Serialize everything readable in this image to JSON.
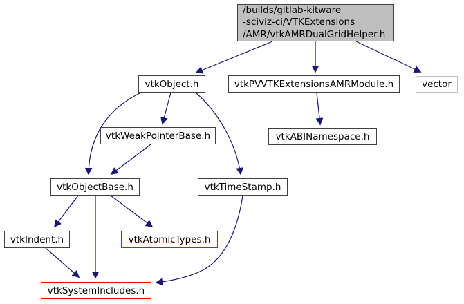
{
  "diagram": {
    "type": "include-dependency-graph",
    "background_color": "#ffffff",
    "arrow_color": "#191970",
    "root_fill_color": "#bfbfbf",
    "node_border_color": "#404040",
    "truncated_border_color": "#ff0000",
    "external_border_color": "#bfbfbf",
    "nodes": [
      {
        "id": "root",
        "label": "/builds/gitlab-kitware\n-sciviz-ci/VTKExtensions\n/AMR/vtkAMRDualGridHelper.h",
        "type": "root"
      },
      {
        "id": "vtkobject",
        "label": "vtkObject.h",
        "type": "internal"
      },
      {
        "id": "amrmodule",
        "label": "vtkPVVTKExtensionsAMRModule.h",
        "type": "internal"
      },
      {
        "id": "vector",
        "label": "vector",
        "type": "external"
      },
      {
        "id": "weakpointer",
        "label": "vtkWeakPointerBase.h",
        "type": "internal"
      },
      {
        "id": "abinamespace",
        "label": "vtkABINamespace.h",
        "type": "internal"
      },
      {
        "id": "objectbase",
        "label": "vtkObjectBase.h",
        "type": "internal"
      },
      {
        "id": "timestamp",
        "label": "vtkTimeStamp.h",
        "type": "internal"
      },
      {
        "id": "indent",
        "label": "vtkIndent.h",
        "type": "internal"
      },
      {
        "id": "atomictypes",
        "label": "vtkAtomicTypes.h",
        "type": "truncated"
      },
      {
        "id": "sysincludes",
        "label": "vtkSystemIncludes.h",
        "type": "truncated"
      }
    ],
    "edges": [
      {
        "from": "root",
        "to": "vtkobject"
      },
      {
        "from": "root",
        "to": "amrmodule"
      },
      {
        "from": "root",
        "to": "vector"
      },
      {
        "from": "amrmodule",
        "to": "abinamespace"
      },
      {
        "from": "vtkobject",
        "to": "weakpointer"
      },
      {
        "from": "vtkobject",
        "to": "objectbase"
      },
      {
        "from": "vtkobject",
        "to": "timestamp"
      },
      {
        "from": "weakpointer",
        "to": "objectbase"
      },
      {
        "from": "objectbase",
        "to": "indent"
      },
      {
        "from": "objectbase",
        "to": "atomictypes"
      },
      {
        "from": "objectbase",
        "to": "sysincludes"
      },
      {
        "from": "indent",
        "to": "sysincludes"
      },
      {
        "from": "timestamp",
        "to": "sysincludes"
      }
    ]
  }
}
